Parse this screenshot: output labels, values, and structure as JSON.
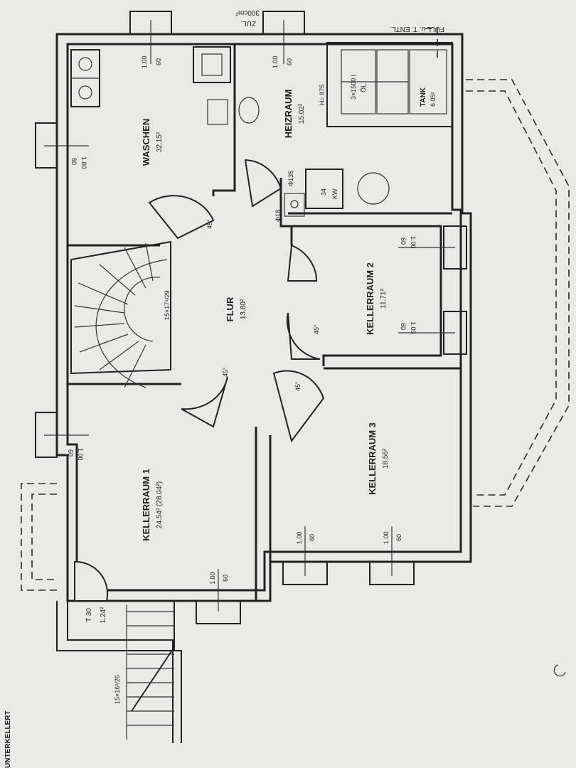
{
  "header": {
    "page_title_fragment": "UNTERKELLERT"
  },
  "top_notes": {
    "zul": "ZUL.",
    "area_note": "300cm²",
    "fill": "FÜLL u. T. ENTL."
  },
  "rooms": {
    "waschen": {
      "name": "WASCHEN",
      "area": "32.15²"
    },
    "heizraum": {
      "name": "HEIZRAUM",
      "area": "15.02²"
    },
    "flur": {
      "name": "FLUR",
      "area": "13.80²"
    },
    "kellerraum2": {
      "name": "KELLERRAUM 2",
      "area": "11.71²"
    },
    "kellerraum3": {
      "name": "KELLERRAUM 3",
      "area": "18.56²"
    },
    "kellerraum1": {
      "name": "KELLERRAUM 1",
      "area": "24.54² (28.04²)"
    },
    "t30": {
      "name": "T 30",
      "area": "1.24²"
    }
  },
  "fixtures": {
    "oil_tanks": "3×1500 l",
    "oil_label": "ÖL",
    "tank_label": "TANK",
    "tank_area": "6.05²",
    "height_note": "H= 875",
    "boiler_power": "34",
    "boiler_unit": "KW",
    "chimney_diameter": "Φ135",
    "flue_diameter": "Φ18"
  },
  "stairs": {
    "spiral": "15×17⁴/29",
    "entrance": "15×16²/26"
  },
  "window_dims": {
    "width": "1.00",
    "height": "60"
  },
  "door_angles": {
    "angle": "45°"
  }
}
